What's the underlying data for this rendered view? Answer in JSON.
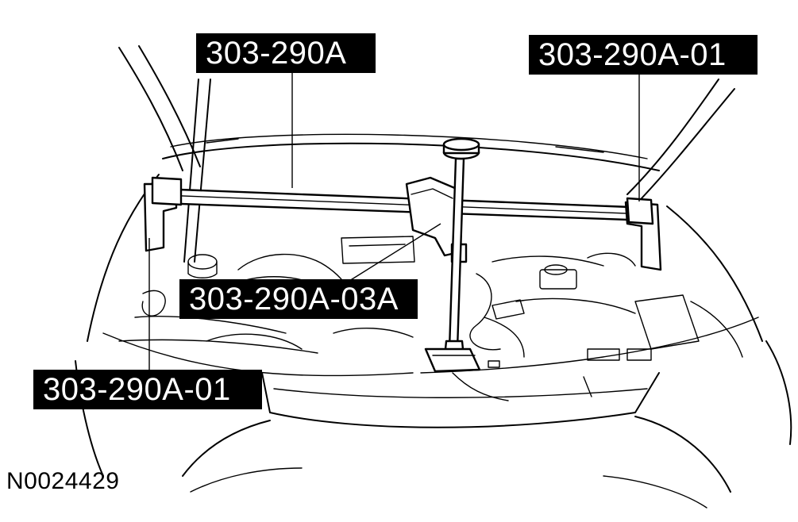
{
  "callouts": {
    "main_fixture": "303-290A",
    "adapter_right": "303-290A-01",
    "center_support": "303-290A-03A",
    "adapter_left": "303-290A-01"
  },
  "figure_id": "N0024429",
  "colors": {
    "ink": "#000000",
    "paper": "#ffffff",
    "label_text": "#ffffff"
  }
}
